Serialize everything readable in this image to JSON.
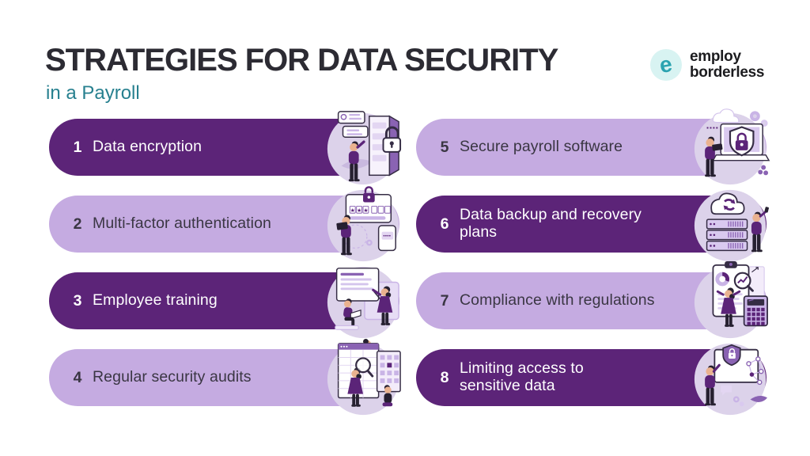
{
  "header": {
    "title": "STRATEGIES FOR DATA SECURITY",
    "subtitle": "in a Payroll"
  },
  "logo": {
    "mark_letter": "e",
    "line1": "employ",
    "line2": "borderless"
  },
  "colors": {
    "dark_pill": "#5c2478",
    "light_pill": "#c5abe1",
    "accent_teal": "#27808f",
    "title_text": "#2c2b33",
    "illustration_bg": "#dcd2ea",
    "white_text": "#ffffff",
    "dark_text": "#3a3643",
    "logo_teal": "#2aa3b0",
    "logo_mint": "#d8f3f2"
  },
  "items": [
    {
      "number": "1",
      "label": "Data encryption",
      "variant": "dark",
      "illustration": "person-browsing-encrypted-server-with-padlock"
    },
    {
      "number": "2",
      "label": "Multi-factor authentication",
      "variant": "light",
      "illustration": "person-with-laptop-password-stars-and-lock"
    },
    {
      "number": "3",
      "label": "Employee training",
      "variant": "dark",
      "illustration": "presenter-teaching-employee-at-screen"
    },
    {
      "number": "4",
      "label": "Regular security audits",
      "variant": "light",
      "illustration": "people-auditing-spreadsheets-with-magnifier"
    },
    {
      "number": "5",
      "label": "Secure payroll software",
      "variant": "light",
      "illustration": "person-at-laptop-with-shield-padlock"
    },
    {
      "number": "6",
      "label": "Data backup and recovery\nplans",
      "variant": "dark",
      "illustration": "cloud-sync-arrows-server-stack-person"
    },
    {
      "number": "7",
      "label": "Compliance with regulations",
      "variant": "light",
      "illustration": "clipboard-charts-magnifier-calculator-person"
    },
    {
      "number": "8",
      "label": "Limiting access to\nsensitive data",
      "variant": "dark",
      "illustration": "monitor-shield-network-person"
    }
  ]
}
